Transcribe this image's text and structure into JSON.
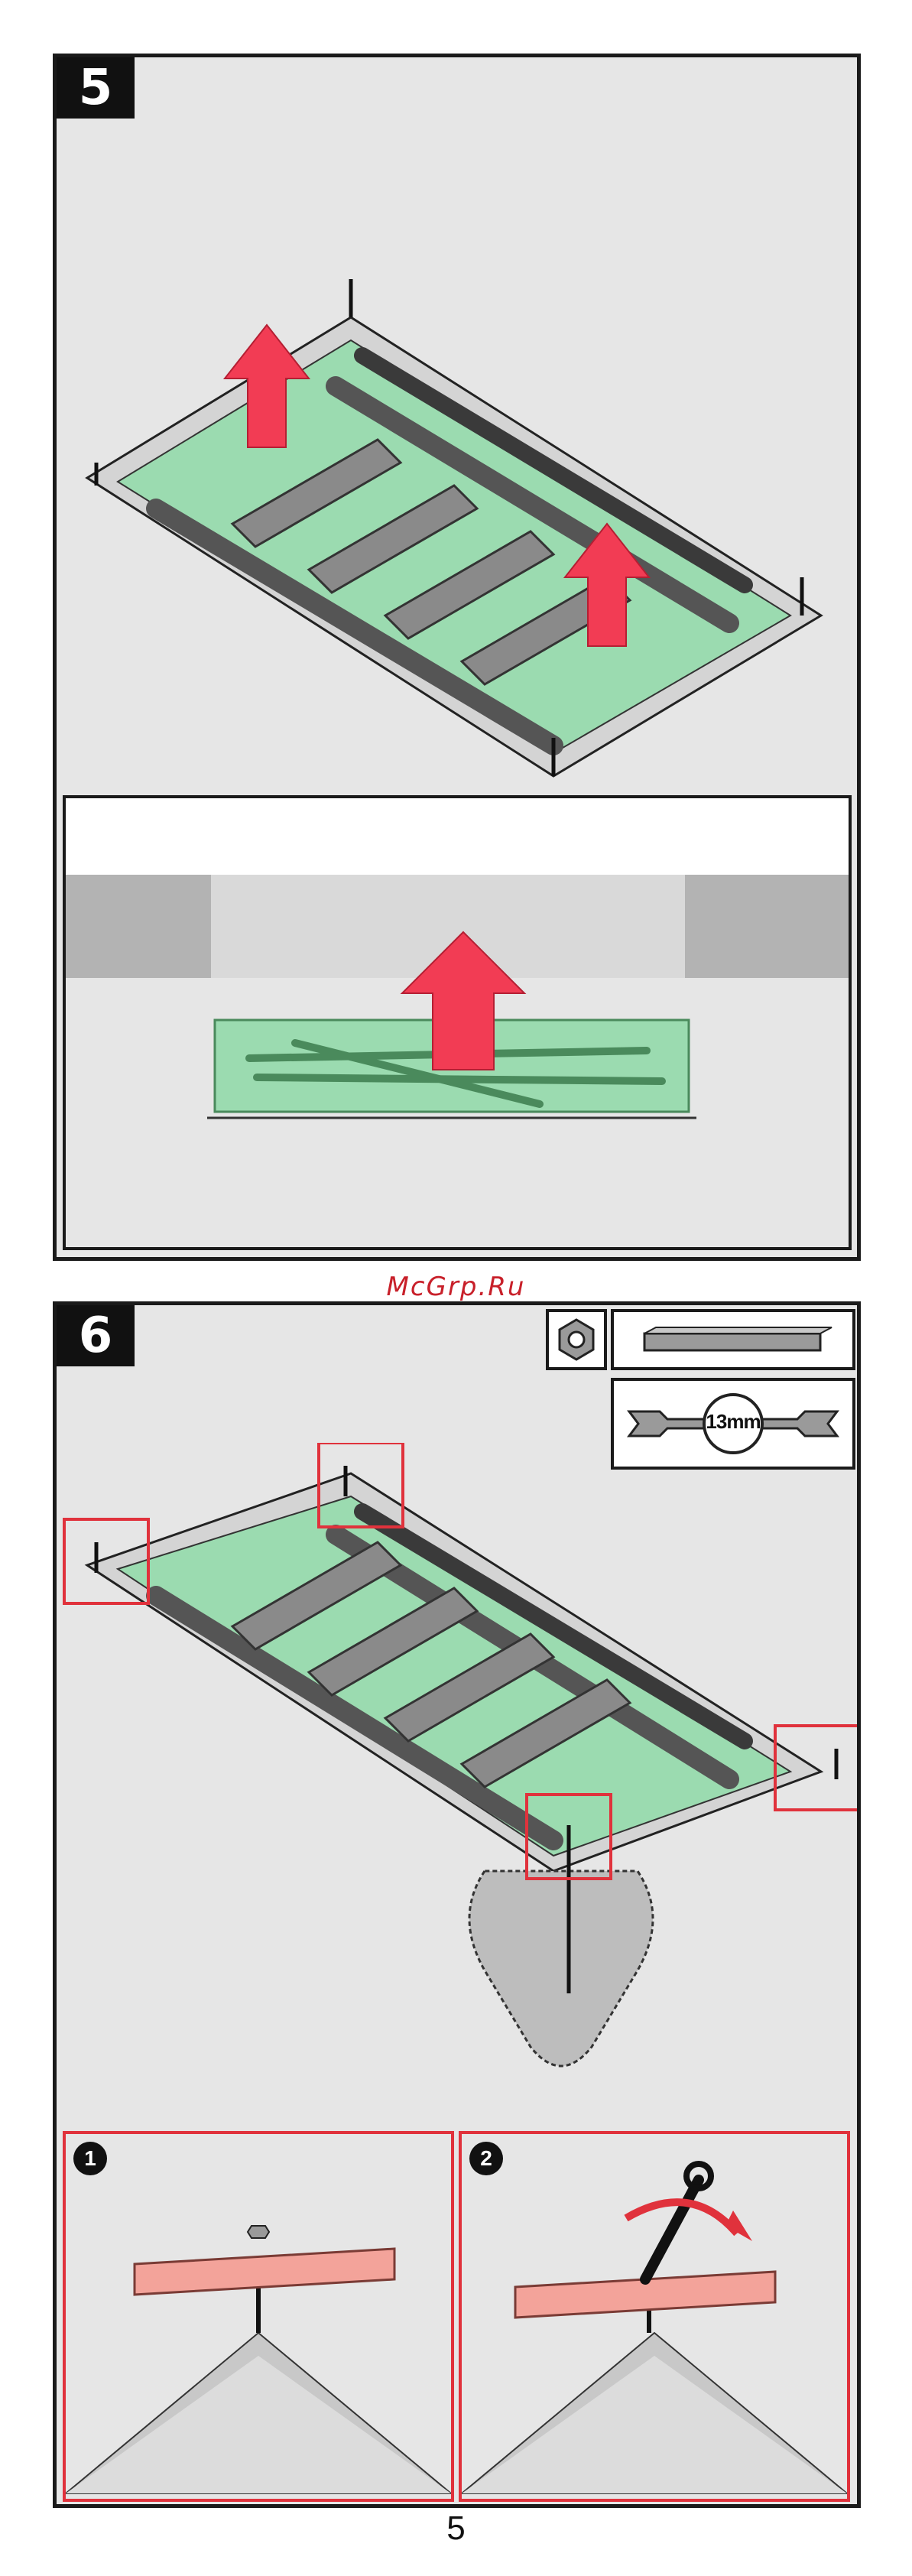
{
  "steps": [
    {
      "number": "5"
    },
    {
      "number": "6"
    }
  ],
  "watermark": "McGrp.Ru",
  "tools": {
    "nut_icon": "hex-nut-icon",
    "bracket_icon": "mounting-bracket-icon",
    "wrench_icon": "wrench-icon",
    "wrench_size": "13mm"
  },
  "substeps": [
    {
      "number": "1"
    },
    {
      "number": "2"
    }
  ],
  "page_number": "5",
  "colors": {
    "arrow_red": "#f23c54",
    "green_frame": "#9bdbb0",
    "highlight_box": "#e0323c",
    "substep_border": "#e0323c",
    "bracket_pink": "#f3a39a"
  }
}
